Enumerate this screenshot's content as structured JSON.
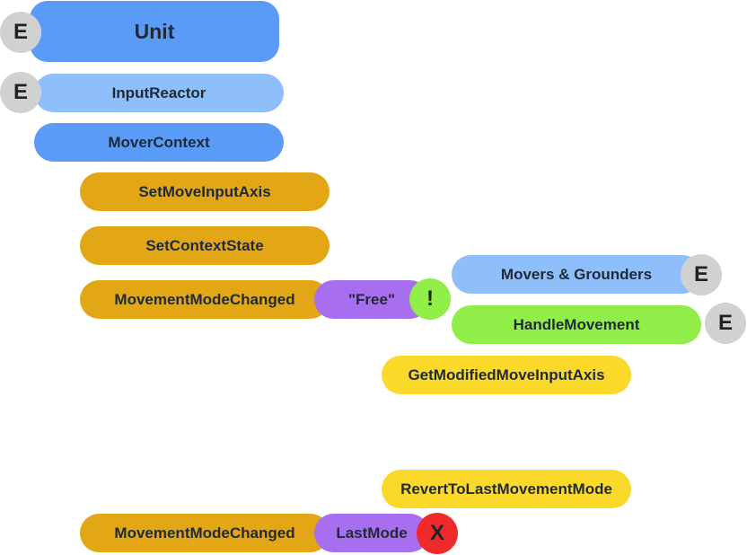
{
  "nodes": {
    "unit": "Unit",
    "input_reactor": "InputReactor",
    "mover_context": "MoverContext",
    "set_move_input_axis": "SetMoveInputAxis",
    "set_context_state": "SetContextState",
    "movement_mode_changed_1": "MovementModeChanged",
    "free": "\"Free\"",
    "movers_grounders": "Movers & Grounders",
    "handle_movement": "HandleMovement",
    "get_modified_move_input_axis": "GetModifiedMoveInputAxis",
    "revert_to_last_movement_mode": "RevertToLastMovementMode",
    "movement_mode_changed_2": "MovementModeChanged",
    "last_mode": "LastMode"
  },
  "badges": {
    "event": "E",
    "exclaim": "!",
    "cancel": "X"
  },
  "colors": {
    "entity_blue": "#5b9bf8",
    "light_blue": "#8fbffa",
    "orange": "#e3a614",
    "yellow": "#fbd92b",
    "purple": "#a86ef0",
    "green": "#91ee48",
    "gray": "#d1d1d1",
    "red": "#f02a2a"
  }
}
